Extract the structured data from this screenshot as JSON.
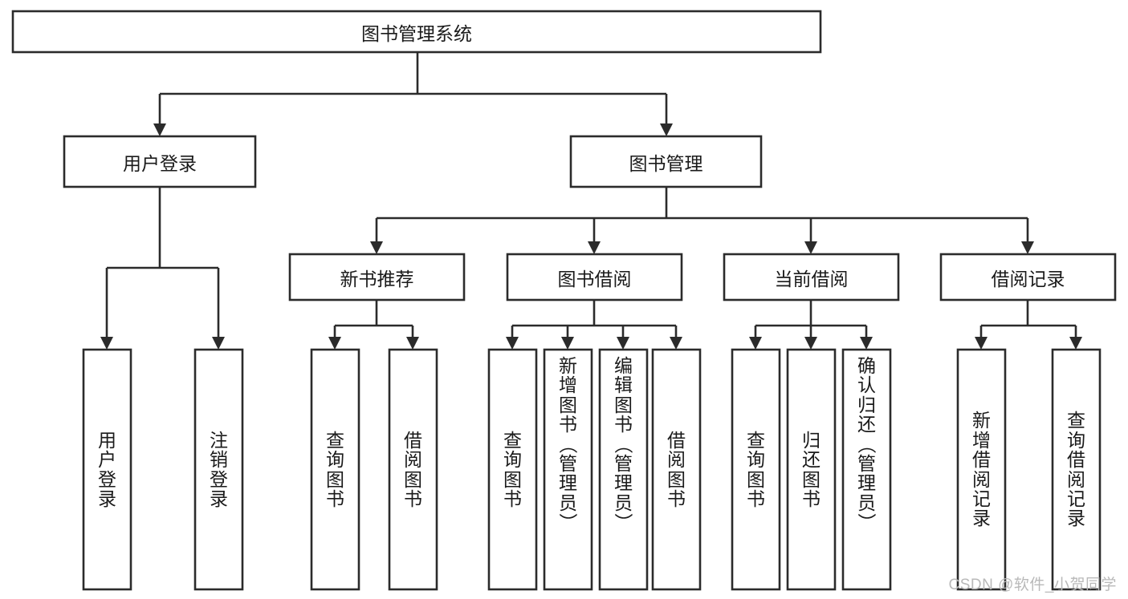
{
  "diagram": {
    "title": "图书管理系统",
    "type": "tree",
    "watermark": "CSDN @软件_小贺同学",
    "colors": {
      "box_stroke": "#2b2b2b",
      "box_fill": "#ffffff",
      "text": "#1a1a1a",
      "background": "#ffffff",
      "watermark": "#b9b9b9"
    },
    "root": {
      "label": "图书管理系统"
    },
    "level2": [
      {
        "label": "用户登录"
      },
      {
        "label": "图书管理"
      }
    ],
    "level3": [
      {
        "label": "新书推荐"
      },
      {
        "label": "图书借阅"
      },
      {
        "label": "当前借阅"
      },
      {
        "label": "借阅记录"
      }
    ],
    "leaves": {
      "user_login": [
        {
          "label": "用户登录"
        },
        {
          "label": "注销登录"
        }
      ],
      "new_book_recommend": [
        {
          "label": "查询图书"
        },
        {
          "label": "借阅图书"
        }
      ],
      "book_borrow": [
        {
          "label": "查询图书"
        },
        {
          "label": "新增图书（管理员）"
        },
        {
          "label": "编辑图书（管理员）"
        },
        {
          "label": "借阅图书"
        }
      ],
      "current_borrow": [
        {
          "label": "查询图书"
        },
        {
          "label": "归还图书"
        },
        {
          "label": "确认归还（管理员）"
        }
      ],
      "borrow_record": [
        {
          "label": "新增借阅记录"
        },
        {
          "label": "查询借阅记录"
        }
      ]
    }
  }
}
